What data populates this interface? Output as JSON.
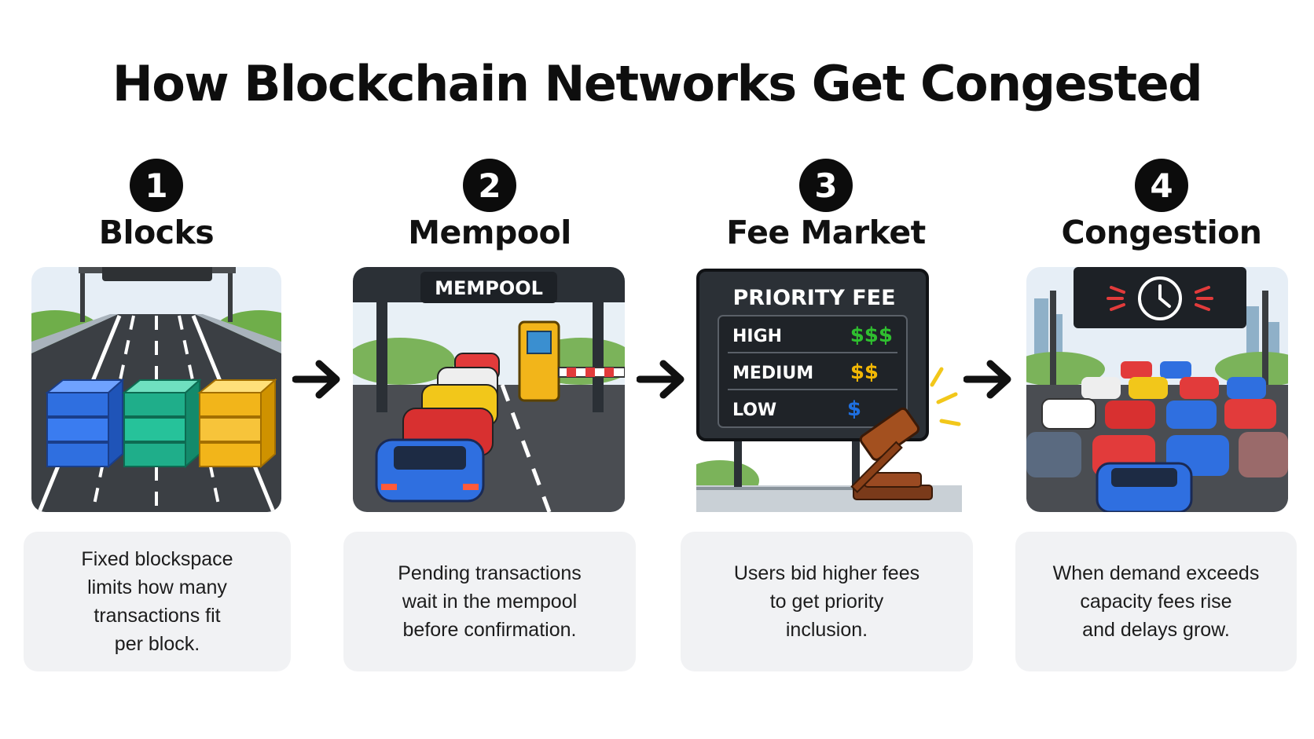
{
  "title": "How Blockchain Networks Get Congested",
  "steps": [
    {
      "number": "1",
      "title": "Blocks",
      "description": "Fixed blockspace\nlimits how many\ntransactions fit\nper block."
    },
    {
      "number": "2",
      "title": "Mempool",
      "sign": "MEMPOOL",
      "description": "Pending transactions\nwait in the mempool\nbefore confirmation."
    },
    {
      "number": "3",
      "title": "Fee Market",
      "description": "Users bid higher fees\nto get priority\ninclusion."
    },
    {
      "number": "4",
      "title": "Congestion",
      "description": "When demand exceeds\ncapacity fees rise\nand delays grow."
    }
  ],
  "fee_board": {
    "header": "PRIORITY FEE",
    "rows": [
      {
        "label": "HIGH",
        "symbol": "$$$",
        "color": "#2fbf2f"
      },
      {
        "label": "MEDIUM",
        "symbol": "$$",
        "color": "#f2b705"
      },
      {
        "label": "LOW",
        "symbol": "$",
        "color": "#1e6fe0"
      }
    ]
  },
  "block_colors": [
    "#2f6fe0",
    "#1fae8a",
    "#f2b51a"
  ],
  "icons": [
    "arrow-right-icon",
    "clock-icon",
    "gavel-icon",
    "toll-booth-icon"
  ]
}
